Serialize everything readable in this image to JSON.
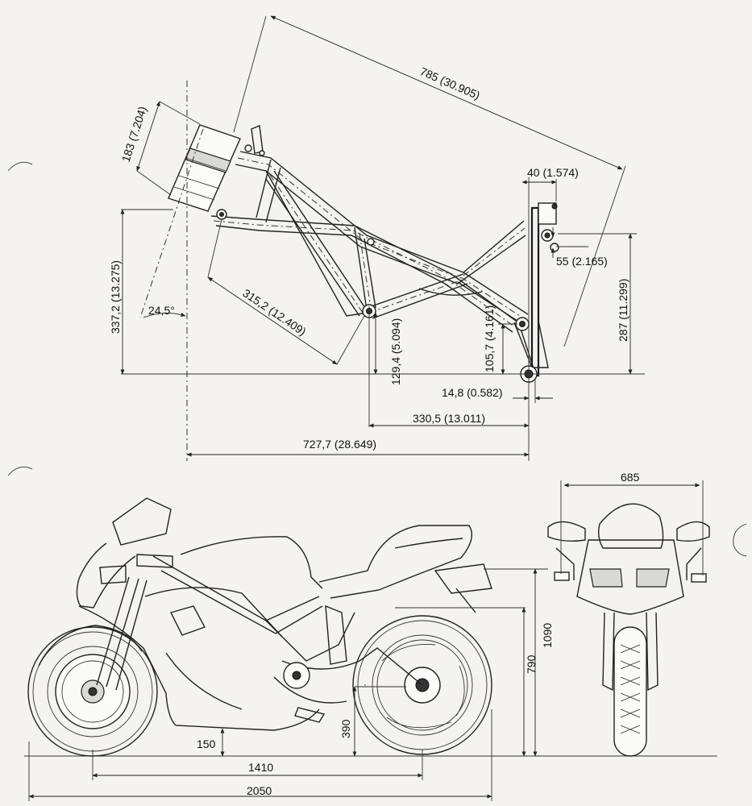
{
  "frame_dimensions": {
    "steering_head_length": "183 (7.204)",
    "overall_frame_length": "785 (30.905)",
    "swingarm_offset": "40 (1.574)",
    "rear_mount_spacing": "55 (2.165)",
    "rear_mount_height": "287 (11.299)",
    "head_height": "337,2 (13.275)",
    "rake_angle": "24,5°",
    "head_to_lower_mount": "315,2 (12.409)",
    "lower_mount_height": "129,4 (5.094)",
    "pivot_height": "105,7 (4.161)",
    "pivot_offset": "14,8 (0.582)",
    "mount_to_pivot": "330,5 (13.011)",
    "head_to_pivot": "727,7 (28.649)"
  },
  "bike_dimensions": {
    "overall_width": "685",
    "overall_height": "1090",
    "seat_height": "790",
    "rear_axle_height": "390",
    "ground_clearance": "150",
    "wheelbase": "1410",
    "overall_length": "2050"
  }
}
